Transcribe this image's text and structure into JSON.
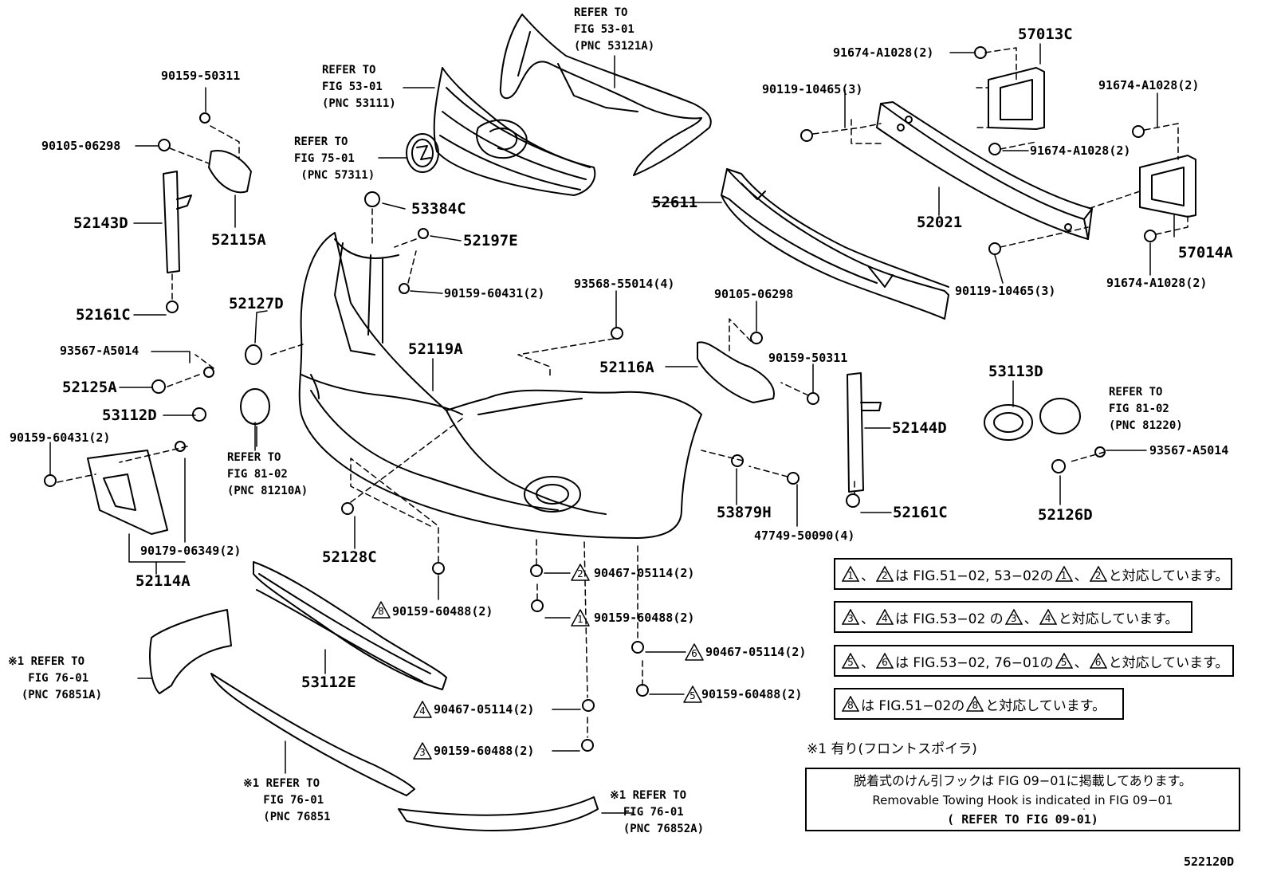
{
  "labels": {
    "p90159_50311_a": "90159-50311",
    "p90105_06298_a": "90105-06298",
    "p52143D": "52143D",
    "p52115A": "52115A",
    "p52161C_a": "52161C",
    "p93567_A5014_a": "93567-A5014",
    "p52125A": "52125A",
    "p53112D": "53112D",
    "p90159_60431_l": "90159-60431(2)",
    "p90179_06349": "90179-06349(2)",
    "p52114A": "52114A",
    "p52127D": "52127D",
    "p53384C": "53384C",
    "p52197E": "52197E",
    "p90159_60431_c": "90159-60431(2)",
    "p93568_55014": "93568-55014(4)",
    "p52119A": "52119A",
    "p90105_06298_b": "90105-06298",
    "p52116A": "52116A",
    "p90159_50311_b": "90159-50311",
    "p52144D": "52144D",
    "p52161C_b": "52161C",
    "p53879H": "53879H",
    "p47749_50090": "47749-50090(4)",
    "p52128C": "52128C",
    "p52611": "52611",
    "p52021": "52021",
    "p57013C": "57013C",
    "p57014A": "57014A",
    "p91674_a": "91674-A1028(2)",
    "p91674_b": "91674-A1028(2)",
    "p91674_c": "91674-A1028(2)",
    "p91674_d": "91674-A1028(2)",
    "p90119_a": "90119-10465(3)",
    "p90119_b": "90119-10465(3)",
    "p53113D": "53113D",
    "p93567_A5014_b": "93567-A5014",
    "p52126D": "52126D",
    "p53112E": "53112E",
    "p90159_60488_8": "90159-60488(2)",
    "p90467_05114_2": "90467-05114(2)",
    "p90159_60488_1": "90159-60488(2)",
    "p90467_05114_6": "90467-05114(2)",
    "p90159_60488_5": "90159-60488(2)",
    "p90467_05114_4": "90467-05114(2)",
    "p90159_60488_3": "90159-60488(2)",
    "fig_code": "522120D"
  },
  "refs": {
    "r53121A": "REFER TO\nFIG 53-01\n(PNC 53121A)",
    "r53111": "REFER TO\nFIG 53-01\n(PNC 53111)",
    "r57311": "REFER TO\nFIG 75-01\n (PNC 57311)",
    "r81210A": "REFER TO\nFIG 81-02\n(PNC 81210A)",
    "r81220": "REFER TO\nFIG 81-02\n(PNC 81220)",
    "r76851A": "※1 REFER TO\n   FIG 76-01\n  (PNC 76851A)",
    "r76851": "※1 REFER TO\n   FIG 76-01\n   (PNC 76851",
    "r76852A": "※1 REFER TO\n  FIG 76-01\n  (PNC 76852A)"
  },
  "notes": {
    "n1_a": "1",
    "n1_b": "2",
    "n1_mid": "は FIG.51−02, 53−02の",
    "n1_end": "と対応しています。",
    "n2_a": "3",
    "n2_b": "4",
    "n2_mid": "は FIG.53−02 の",
    "n2_end": "と対応しています。",
    "n3_a": "5",
    "n3_b": "6",
    "n3_mid": "は FIG.53−02, 76−01の",
    "n3_end": "と対応しています。",
    "n4_a": "8",
    "n4_mid": "は FIG.51−02の",
    "n4_end": "と対応しています。",
    "sep": "、",
    "spoiler": "※1 有り(フロントスポイラ)"
  },
  "towing": {
    "jp": "脱着式のけん引フックは FIG 09−01に掲載してあります。",
    "en": "Removable Towing Hook is indicated in FIG 09−01",
    "ref": "( REFER TO FIG 09-01)"
  },
  "markers": {
    "m8": "8",
    "m2": "2",
    "m1": "1",
    "m6": "6",
    "m5": "5",
    "m4": "4",
    "m3": "3"
  }
}
